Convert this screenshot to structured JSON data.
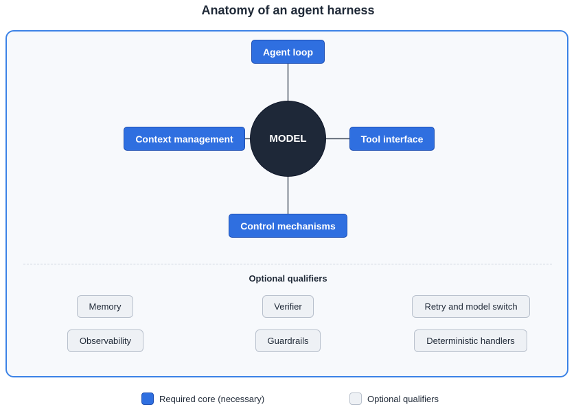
{
  "title": "Anatomy of an agent harness",
  "center": {
    "label": "MODEL"
  },
  "core": {
    "top": "Agent loop",
    "left": "Context management",
    "right": "Tool interface",
    "bottom": "Control mechanisms"
  },
  "optional": {
    "heading": "Optional qualifiers",
    "items": [
      "Memory",
      "Verifier",
      "Retry and model switch",
      "Observability",
      "Guardrails",
      "Deterministic handlers"
    ]
  },
  "legend": {
    "required": "Required core (necessary)",
    "optional": "Optional qualifiers"
  },
  "colors": {
    "core": "#2f6fe0",
    "model": "#1e2838",
    "optional": "#eef1f5",
    "panel_border": "#3b82e6"
  }
}
